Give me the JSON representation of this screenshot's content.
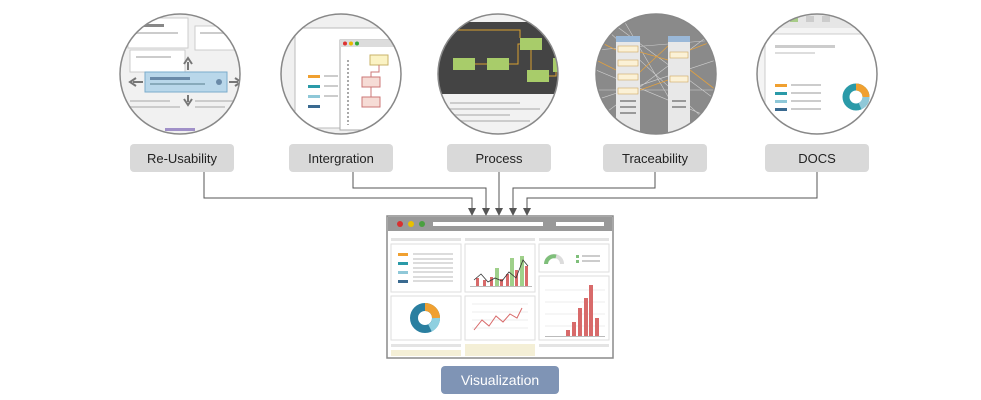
{
  "sources": [
    {
      "label": "Re-Usability",
      "icon": "reusability-thumbnail"
    },
    {
      "label": "Intergration",
      "icon": "integration-thumbnail"
    },
    {
      "label": "Process",
      "icon": "process-thumbnail"
    },
    {
      "label": "Traceability",
      "icon": "traceability-thumbnail"
    },
    {
      "label": "DOCS",
      "icon": "docs-thumbnail"
    }
  ],
  "target": {
    "label": "Visualization",
    "icon": "dashboard-thumbnail"
  },
  "colors": {
    "label_bg": "#d9d9d9",
    "target_bg": "#7f94b5",
    "connector": "#555555",
    "accent_orange": "#f0a030",
    "accent_teal": "#2a9aa8",
    "accent_navy": "#3a6a90",
    "accent_green": "#8fc46a",
    "accent_red": "#d86a6a"
  }
}
